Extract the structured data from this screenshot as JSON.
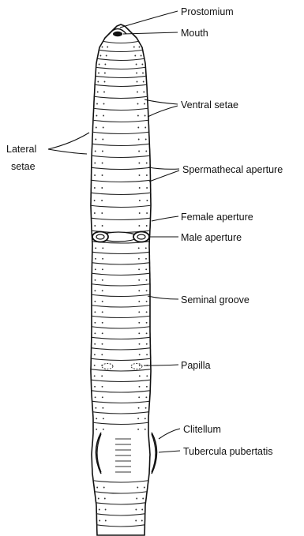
{
  "diagram": {
    "labels": {
      "prostomium": "Prostomium",
      "mouth": "Mouth",
      "ventral_setae": "Ventral setae",
      "lateral_setae_line1": "Lateral",
      "lateral_setae_line2": "setae",
      "spermathecal_aperture": "Spermathecal aperture",
      "female_aperture": "Female aperture",
      "male_aperture": "Male aperture",
      "seminal_groove": "Seminal groove",
      "papilla": "Papilla",
      "clitellum": "Clitellum",
      "tubercula_pubertatis": "Tubercula pubertatis"
    }
  }
}
